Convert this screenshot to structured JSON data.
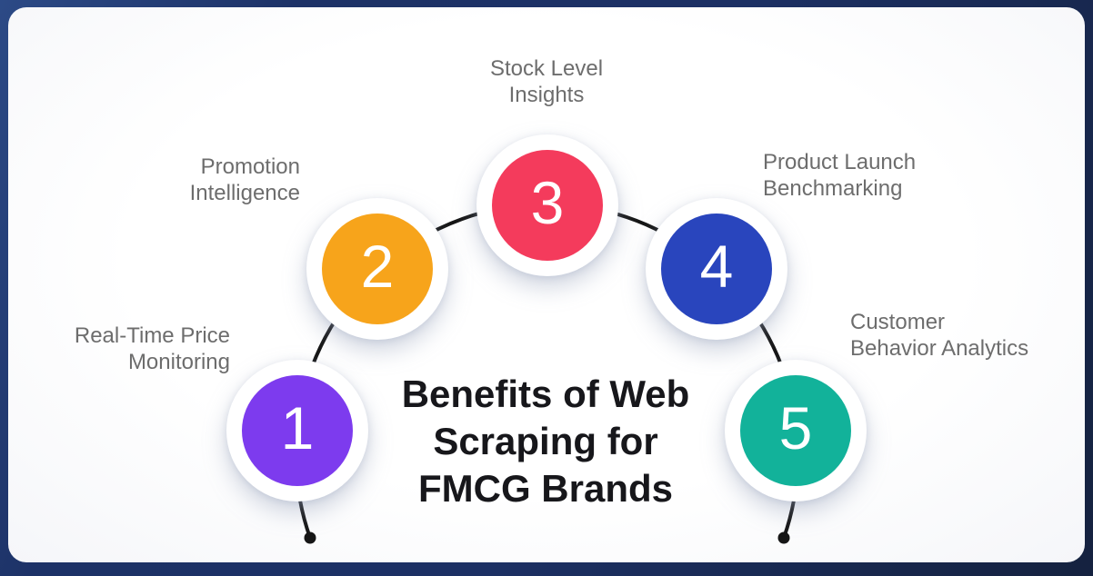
{
  "title": {
    "text": "Benefits of Web Scraping for FMCG Brands",
    "lines": [
      "Benefits of Web",
      "Scraping for",
      "FMCG Brands"
    ],
    "color": "#17171B"
  },
  "items": [
    {
      "number": "1",
      "label": "Real-Time Price Monitoring",
      "label_lines": [
        "Real-Time Price",
        "Monitoring"
      ],
      "color": "#7D3BEE"
    },
    {
      "number": "2",
      "label": "Promotion Intelligence",
      "label_lines": [
        "Promotion",
        "Intelligence"
      ],
      "color": "#F7A41B"
    },
    {
      "number": "3",
      "label": "Stock Level Insights",
      "label_lines": [
        "Stock Level",
        "Insights"
      ],
      "color": "#F43B5C"
    },
    {
      "number": "4",
      "label": "Product Launch Benchmarking",
      "label_lines": [
        "Product Launch",
        "Benchmarking"
      ],
      "color": "#2945BD"
    },
    {
      "number": "5",
      "label": "Customer Behavior Analytics",
      "label_lines": [
        "Customer",
        "Behavior Analytics"
      ],
      "color": "#12B29A"
    }
  ],
  "style": {
    "frame_color": "#1C3064",
    "card_color": "#FFFFFF",
    "label_color": "#6D6D6D",
    "connector_color": "#161616",
    "number_text_color": "#FFFFFF"
  }
}
